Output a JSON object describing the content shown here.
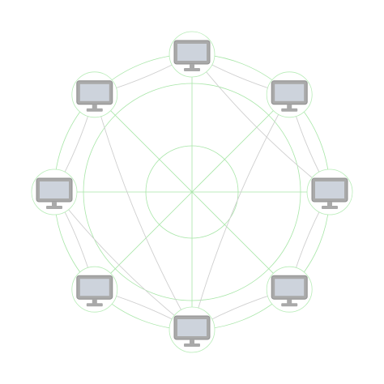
{
  "diagram": {
    "colors": {
      "guide": "#a8e6a8",
      "link": "#cfcfcf",
      "halo_stroke": "#b7ecb7",
      "halo_fill": "#ffffff",
      "monitor_body": "#a9a9a9",
      "monitor_screen": "#cdd3dc",
      "monitor_edge": "#8f8f8f"
    },
    "nodes": [
      {
        "id": "top",
        "icon": "computer-monitor-icon"
      },
      {
        "id": "top-right",
        "icon": "computer-monitor-icon"
      },
      {
        "id": "right",
        "icon": "computer-monitor-icon"
      },
      {
        "id": "bottom-right",
        "icon": "computer-monitor-icon"
      },
      {
        "id": "bottom",
        "icon": "computer-monitor-icon"
      },
      {
        "id": "bottom-left",
        "icon": "computer-monitor-icon"
      },
      {
        "id": "left",
        "icon": "computer-monitor-icon"
      },
      {
        "id": "top-left",
        "icon": "computer-monitor-icon"
      }
    ],
    "links": [
      [
        "top",
        "top-right"
      ],
      [
        "top-right",
        "right"
      ],
      [
        "right",
        "bottom-right"
      ],
      [
        "bottom-right",
        "bottom"
      ],
      [
        "bottom",
        "bottom-left"
      ],
      [
        "bottom-left",
        "left"
      ],
      [
        "left",
        "top-left"
      ],
      [
        "top-left",
        "top"
      ],
      [
        "top",
        "right"
      ],
      [
        "top-left",
        "bottom"
      ],
      [
        "top-right",
        "bottom"
      ],
      [
        "left",
        "bottom"
      ]
    ]
  }
}
